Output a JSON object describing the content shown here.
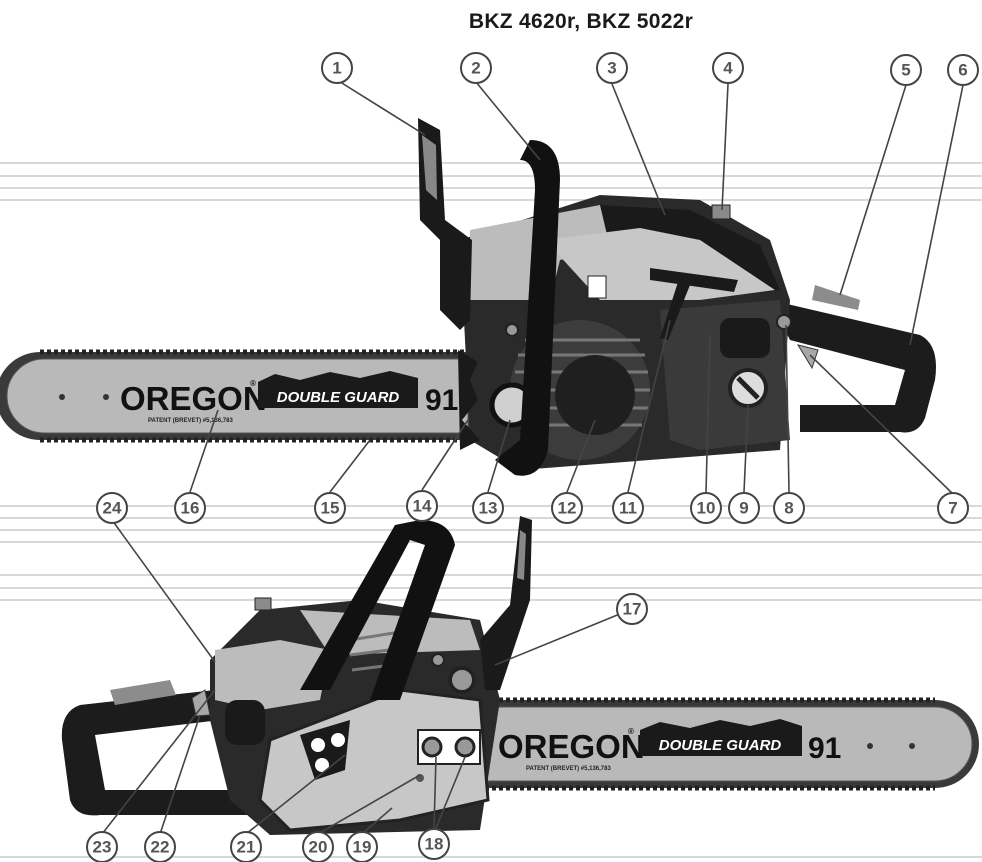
{
  "title": "BKZ 4620r, BKZ 5022r",
  "bar_brand": "OREGON",
  "bar_product": "DOUBLE GUARD",
  "bar_number": "91",
  "bar_patent": "PATENT (BREVET) #5,136,783",
  "registered_mark": "®",
  "callouts": [
    "1",
    "2",
    "3",
    "4",
    "5",
    "6",
    "7",
    "8",
    "9",
    "10",
    "11",
    "12",
    "13",
    "14",
    "15",
    "16",
    "17",
    "18",
    "19",
    "20",
    "21",
    "22",
    "23",
    "24"
  ]
}
